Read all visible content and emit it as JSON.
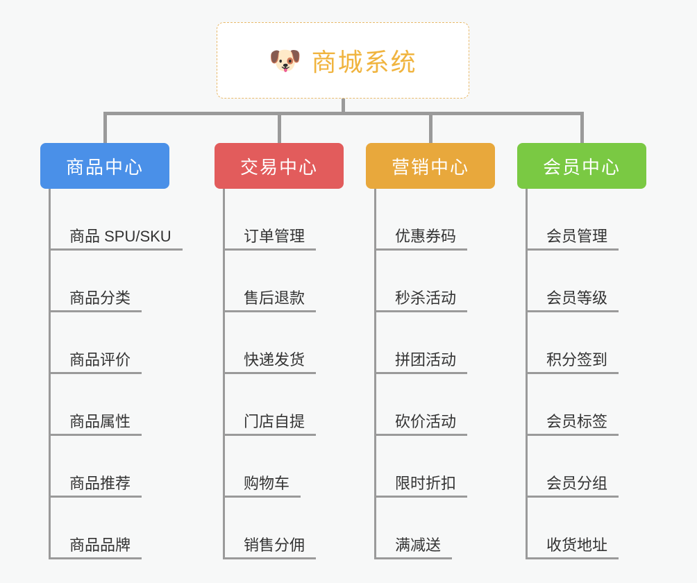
{
  "diagram": {
    "type": "mindmap-tree",
    "background_color": "#f7f8f8",
    "connector_color": "#9a9a9a"
  },
  "root": {
    "icon": "shiba-dog-face-emoji",
    "emoji": "🐶",
    "title": "商城系统",
    "text_color": "#f0b43f",
    "border_color": "#e8b96a",
    "background_color": "#ffffff"
  },
  "branches": [
    {
      "label": "商品中心",
      "color": "#4a90e8",
      "leaves": [
        "商品 SPU/SKU",
        "商品分类",
        "商品评价",
        "商品属性",
        "商品推荐",
        "商品品牌"
      ]
    },
    {
      "label": "交易中心",
      "color": "#e25c5c",
      "leaves": [
        "订单管理",
        "售后退款",
        "快递发货",
        "门店自提",
        "购物车",
        "销售分佣"
      ]
    },
    {
      "label": "营销中心",
      "color": "#e8a83c",
      "leaves": [
        "优惠券码",
        "秒杀活动",
        "拼团活动",
        "砍价活动",
        "限时折扣",
        "满减送"
      ]
    },
    {
      "label": "会员中心",
      "color": "#7ac943",
      "leaves": [
        "会员管理",
        "会员等级",
        "积分签到",
        "会员标签",
        "会员分组",
        "收货地址"
      ]
    }
  ]
}
